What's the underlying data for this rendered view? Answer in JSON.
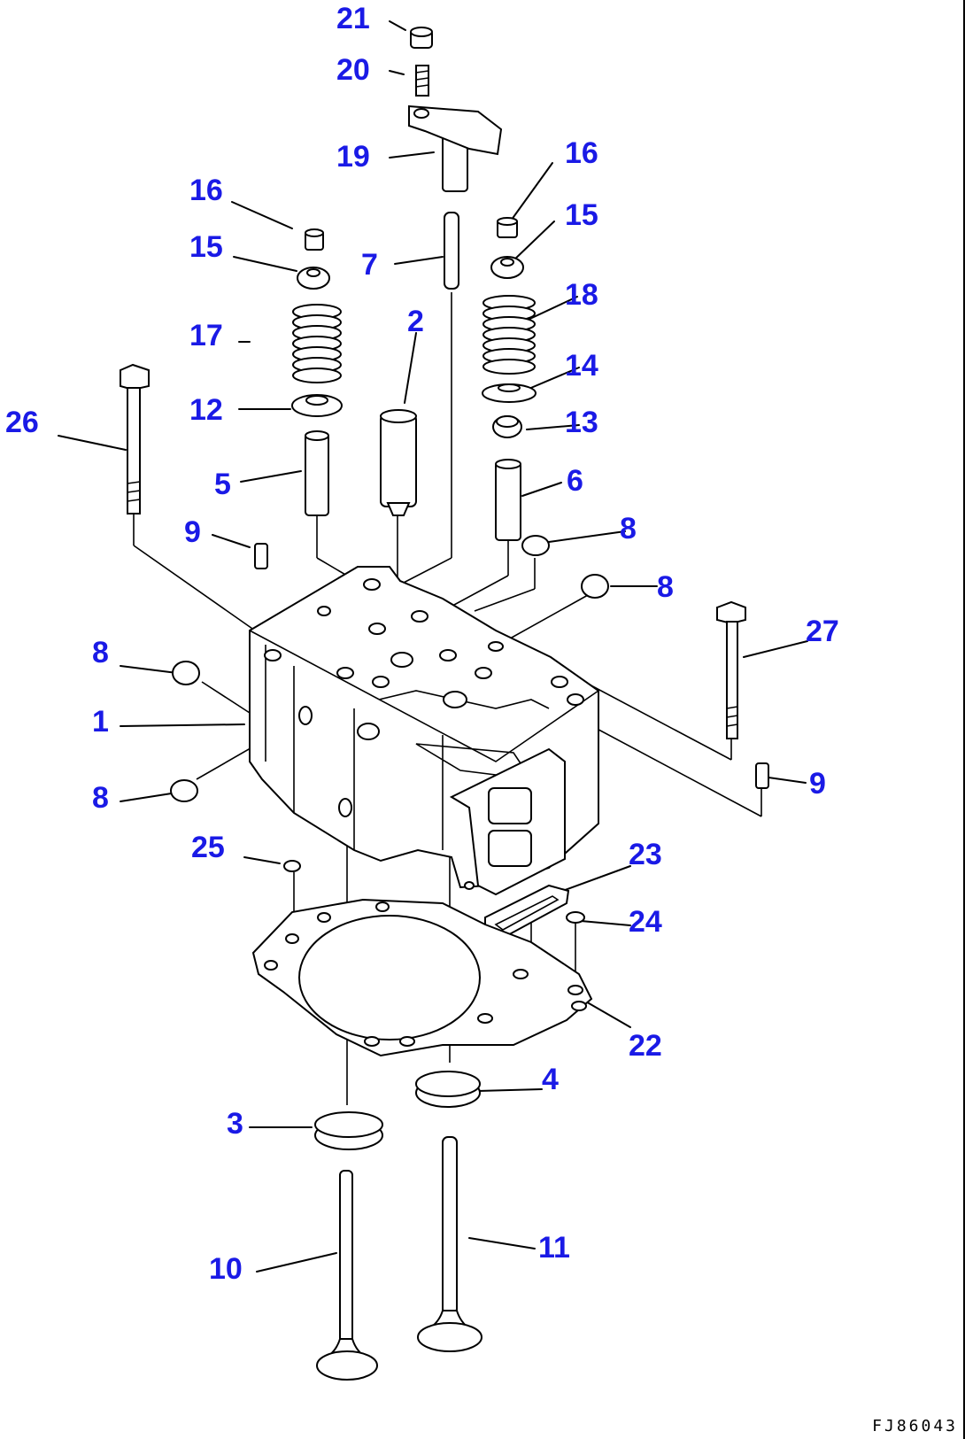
{
  "diagram": {
    "drawing_code": "FJ86043",
    "callouts": {
      "p1": "1",
      "p2": "2",
      "p3": "3",
      "p4": "4",
      "p5": "5",
      "p6": "6",
      "p7": "7",
      "p8a": "8",
      "p8b": "8",
      "p8c": "8",
      "p8d": "8",
      "p9a": "9",
      "p9b": "9",
      "p10": "10",
      "p11": "11",
      "p12": "12",
      "p13": "13",
      "p14": "14",
      "p15a": "15",
      "p15b": "15",
      "p16a": "16",
      "p16b": "16",
      "p17": "17",
      "p18": "18",
      "p19": "19",
      "p20": "20",
      "p21": "21",
      "p22": "22",
      "p23": "23",
      "p24": "24",
      "p25": "25",
      "p26": "26",
      "p27": "27"
    },
    "label_color": "#1a1ae6",
    "line_color": "#000000"
  }
}
